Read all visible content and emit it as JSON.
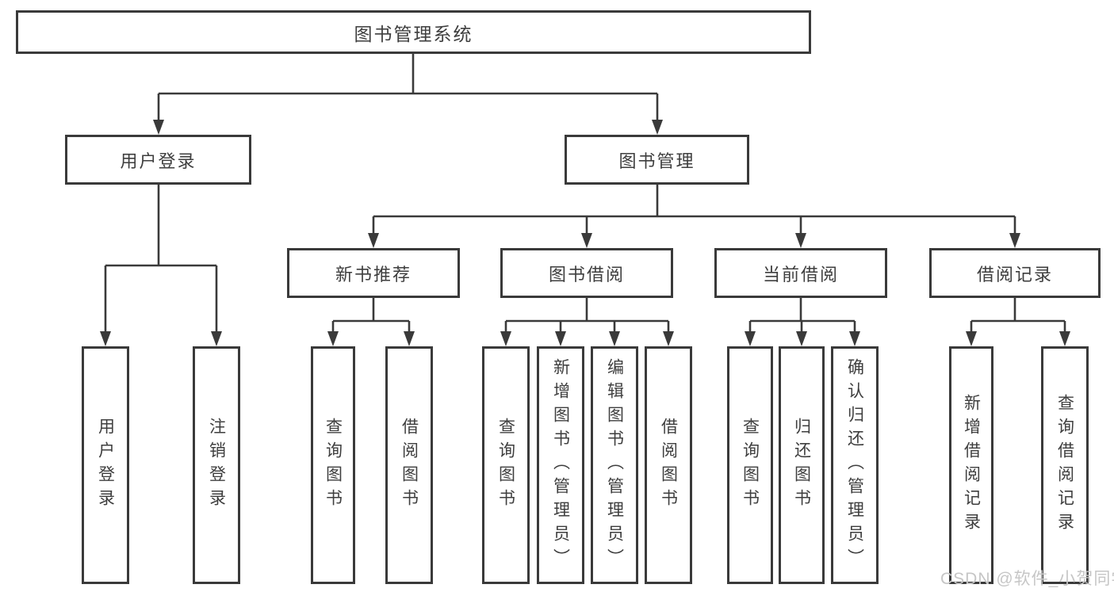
{
  "diagram": {
    "root": {
      "label": "图书管理系统"
    },
    "branches": [
      {
        "label": "用户登录",
        "children": [
          {
            "label": "用户登录"
          },
          {
            "label": "注销登录"
          }
        ]
      },
      {
        "label": "图书管理",
        "children": [
          {
            "label": "新书推荐",
            "children": [
              {
                "label": "查询图书"
              },
              {
                "label": "借阅图书"
              }
            ]
          },
          {
            "label": "图书借阅",
            "children": [
              {
                "label": "查询图书"
              },
              {
                "label": "新增图书（管理员）"
              },
              {
                "label": "编辑图书（管理员）"
              },
              {
                "label": "借阅图书"
              }
            ]
          },
          {
            "label": "当前借阅",
            "children": [
              {
                "label": "查询图书"
              },
              {
                "label": "归还图书"
              },
              {
                "label": "确认归还（管理员）"
              }
            ]
          },
          {
            "label": "借阅记录",
            "children": [
              {
                "label": "新增借阅记录"
              },
              {
                "label": "查询借阅记录"
              }
            ]
          }
        ]
      }
    ]
  },
  "colors": {
    "line": "#3a3a3a",
    "text": "#3e3e3e",
    "box_background": "#ffffff",
    "watermark": "#c6c6c6"
  },
  "watermark": {
    "text": "CSDN @软件_小贺同学"
  }
}
